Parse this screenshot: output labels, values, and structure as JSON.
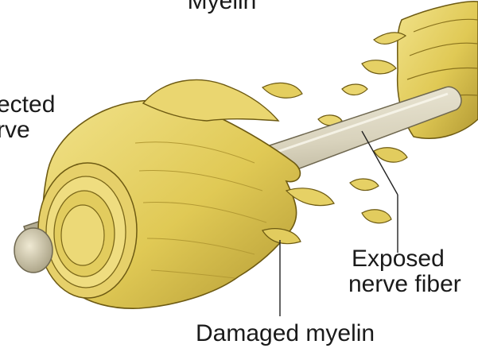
{
  "labels": {
    "top": "Myelin",
    "left_line1": "ected",
    "left_line2": "rve",
    "exposed_line1": "Exposed",
    "exposed_line2": "nerve fiber",
    "damaged": "Damaged myelin"
  },
  "colors": {
    "myelin_base": "#e2cc5e",
    "myelin_light": "#f1e28a",
    "myelin_shadow": "#b39a34",
    "myelin_outline": "#6d5a12",
    "fiber_base": "#d9d3bd",
    "fiber_light": "#f5f2e4",
    "fiber_shadow": "#9a9274",
    "leader_line": "#222222"
  }
}
